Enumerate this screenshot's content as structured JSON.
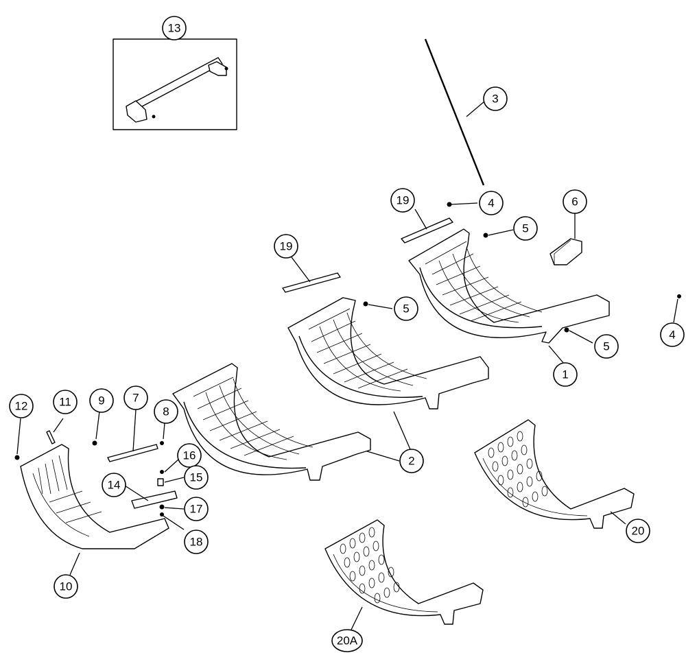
{
  "callouts": [
    {
      "id": "c13",
      "label": "13"
    },
    {
      "id": "c3",
      "label": "3"
    },
    {
      "id": "c4a",
      "label": "4"
    },
    {
      "id": "c19a",
      "label": "19"
    },
    {
      "id": "c6",
      "label": "6"
    },
    {
      "id": "c5a",
      "label": "5"
    },
    {
      "id": "c19b",
      "label": "19"
    },
    {
      "id": "c5b",
      "label": "5"
    },
    {
      "id": "c4b",
      "label": "4"
    },
    {
      "id": "c5c",
      "label": "5"
    },
    {
      "id": "c1",
      "label": "1"
    },
    {
      "id": "c2",
      "label": "2"
    },
    {
      "id": "c12",
      "label": "12"
    },
    {
      "id": "c11",
      "label": "11"
    },
    {
      "id": "c9",
      "label": "9"
    },
    {
      "id": "c7",
      "label": "7"
    },
    {
      "id": "c8",
      "label": "8"
    },
    {
      "id": "c16",
      "label": "16"
    },
    {
      "id": "c15",
      "label": "15"
    },
    {
      "id": "c14",
      "label": "14"
    },
    {
      "id": "c17",
      "label": "17"
    },
    {
      "id": "c18",
      "label": "18"
    },
    {
      "id": "c10",
      "label": "10"
    },
    {
      "id": "c20",
      "label": "20"
    },
    {
      "id": "c20A",
      "label": "20A"
    }
  ]
}
